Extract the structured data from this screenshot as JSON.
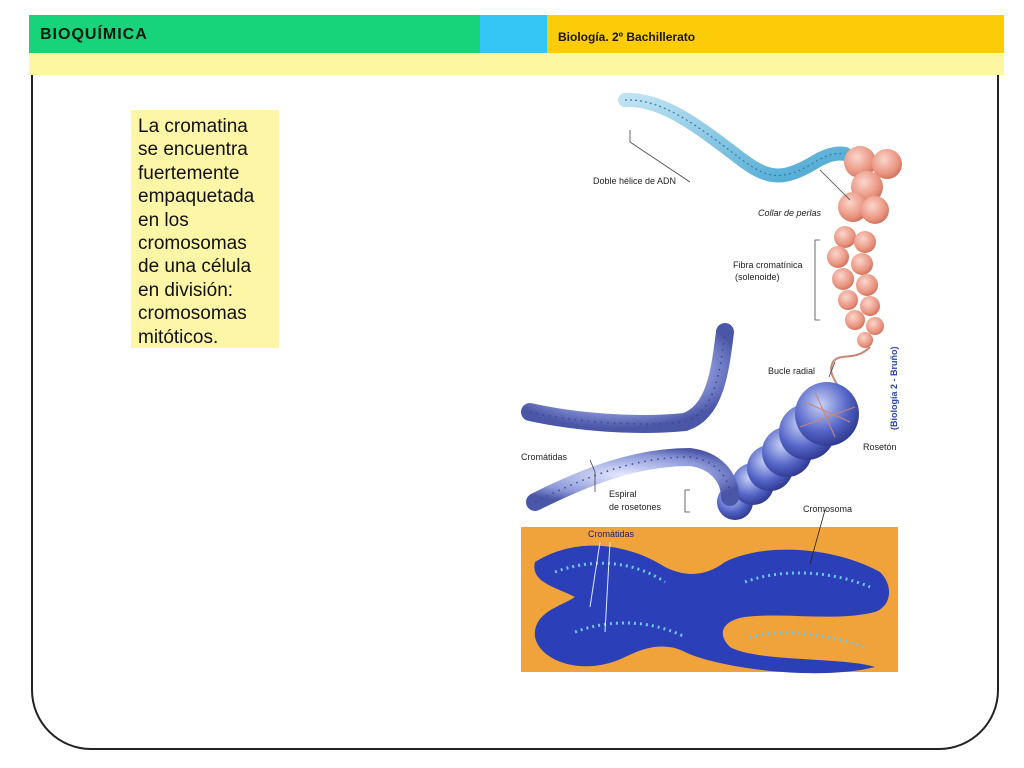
{
  "header": {
    "title": "BIOQUÍMICA",
    "subtitle": "Biología. 2º Bachillerato",
    "colors": {
      "green": "#17d37a",
      "cyan": "#34c7f5",
      "yellow": "#fccc08",
      "strip": "#fcf7a0"
    }
  },
  "textbox": {
    "text": "La cromatina\nse encuentra\nfuertemente\nempaquetada\nen los\ncromosomas\nde una célula\nen división:\ncromosomas\nmitóticos."
  },
  "figure": {
    "labels": {
      "double_helix": "Doble hélice de ADN",
      "pearls": "Collar de perlas",
      "fiber_line1": "Fibra cromatínica",
      "fiber_line2": "(solenoide)",
      "radial_loop": "Bucle radial",
      "credit": "(Biología 2 - Bruño)",
      "rosette": "Rosetón",
      "chromatids": "Cromátidas",
      "spiral_line1": "Espiral",
      "spiral_line2": "de rosetones",
      "chromosome": "Cromosoma",
      "photo_chromatids": "Cromátidas"
    }
  }
}
